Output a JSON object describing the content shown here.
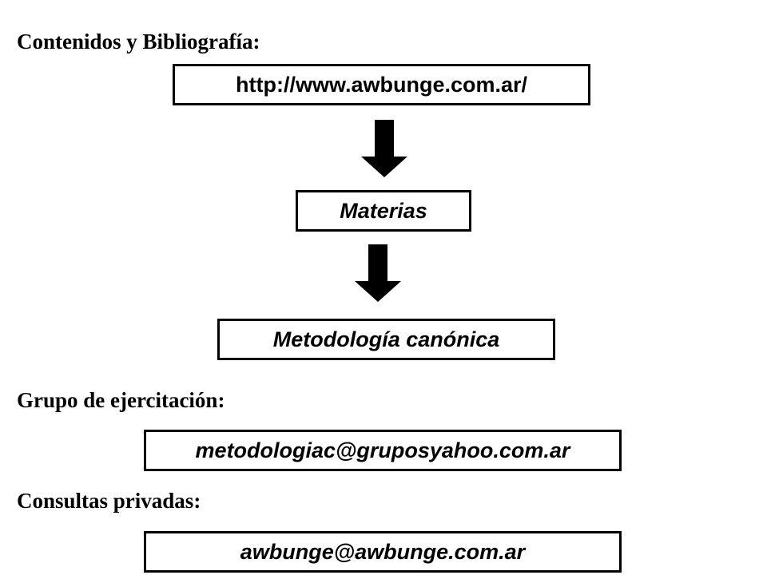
{
  "sections": {
    "contenidos": {
      "heading": "Contenidos y Bibliografía:",
      "url": "http://www.awbunge.com.ar/",
      "step1": "Materias",
      "step2": "Metodología canónica"
    },
    "grupo": {
      "heading": "Grupo de ejercitación:",
      "email": "metodologiac@gruposyahoo.com.ar"
    },
    "consultas": {
      "heading": "Consultas privadas:",
      "email": "awbunge@awbunge.com.ar"
    }
  },
  "icons": {
    "arrow": "arrow-down-icon"
  },
  "colors": {
    "text": "#000000",
    "border": "#000000",
    "background": "#ffffff"
  }
}
